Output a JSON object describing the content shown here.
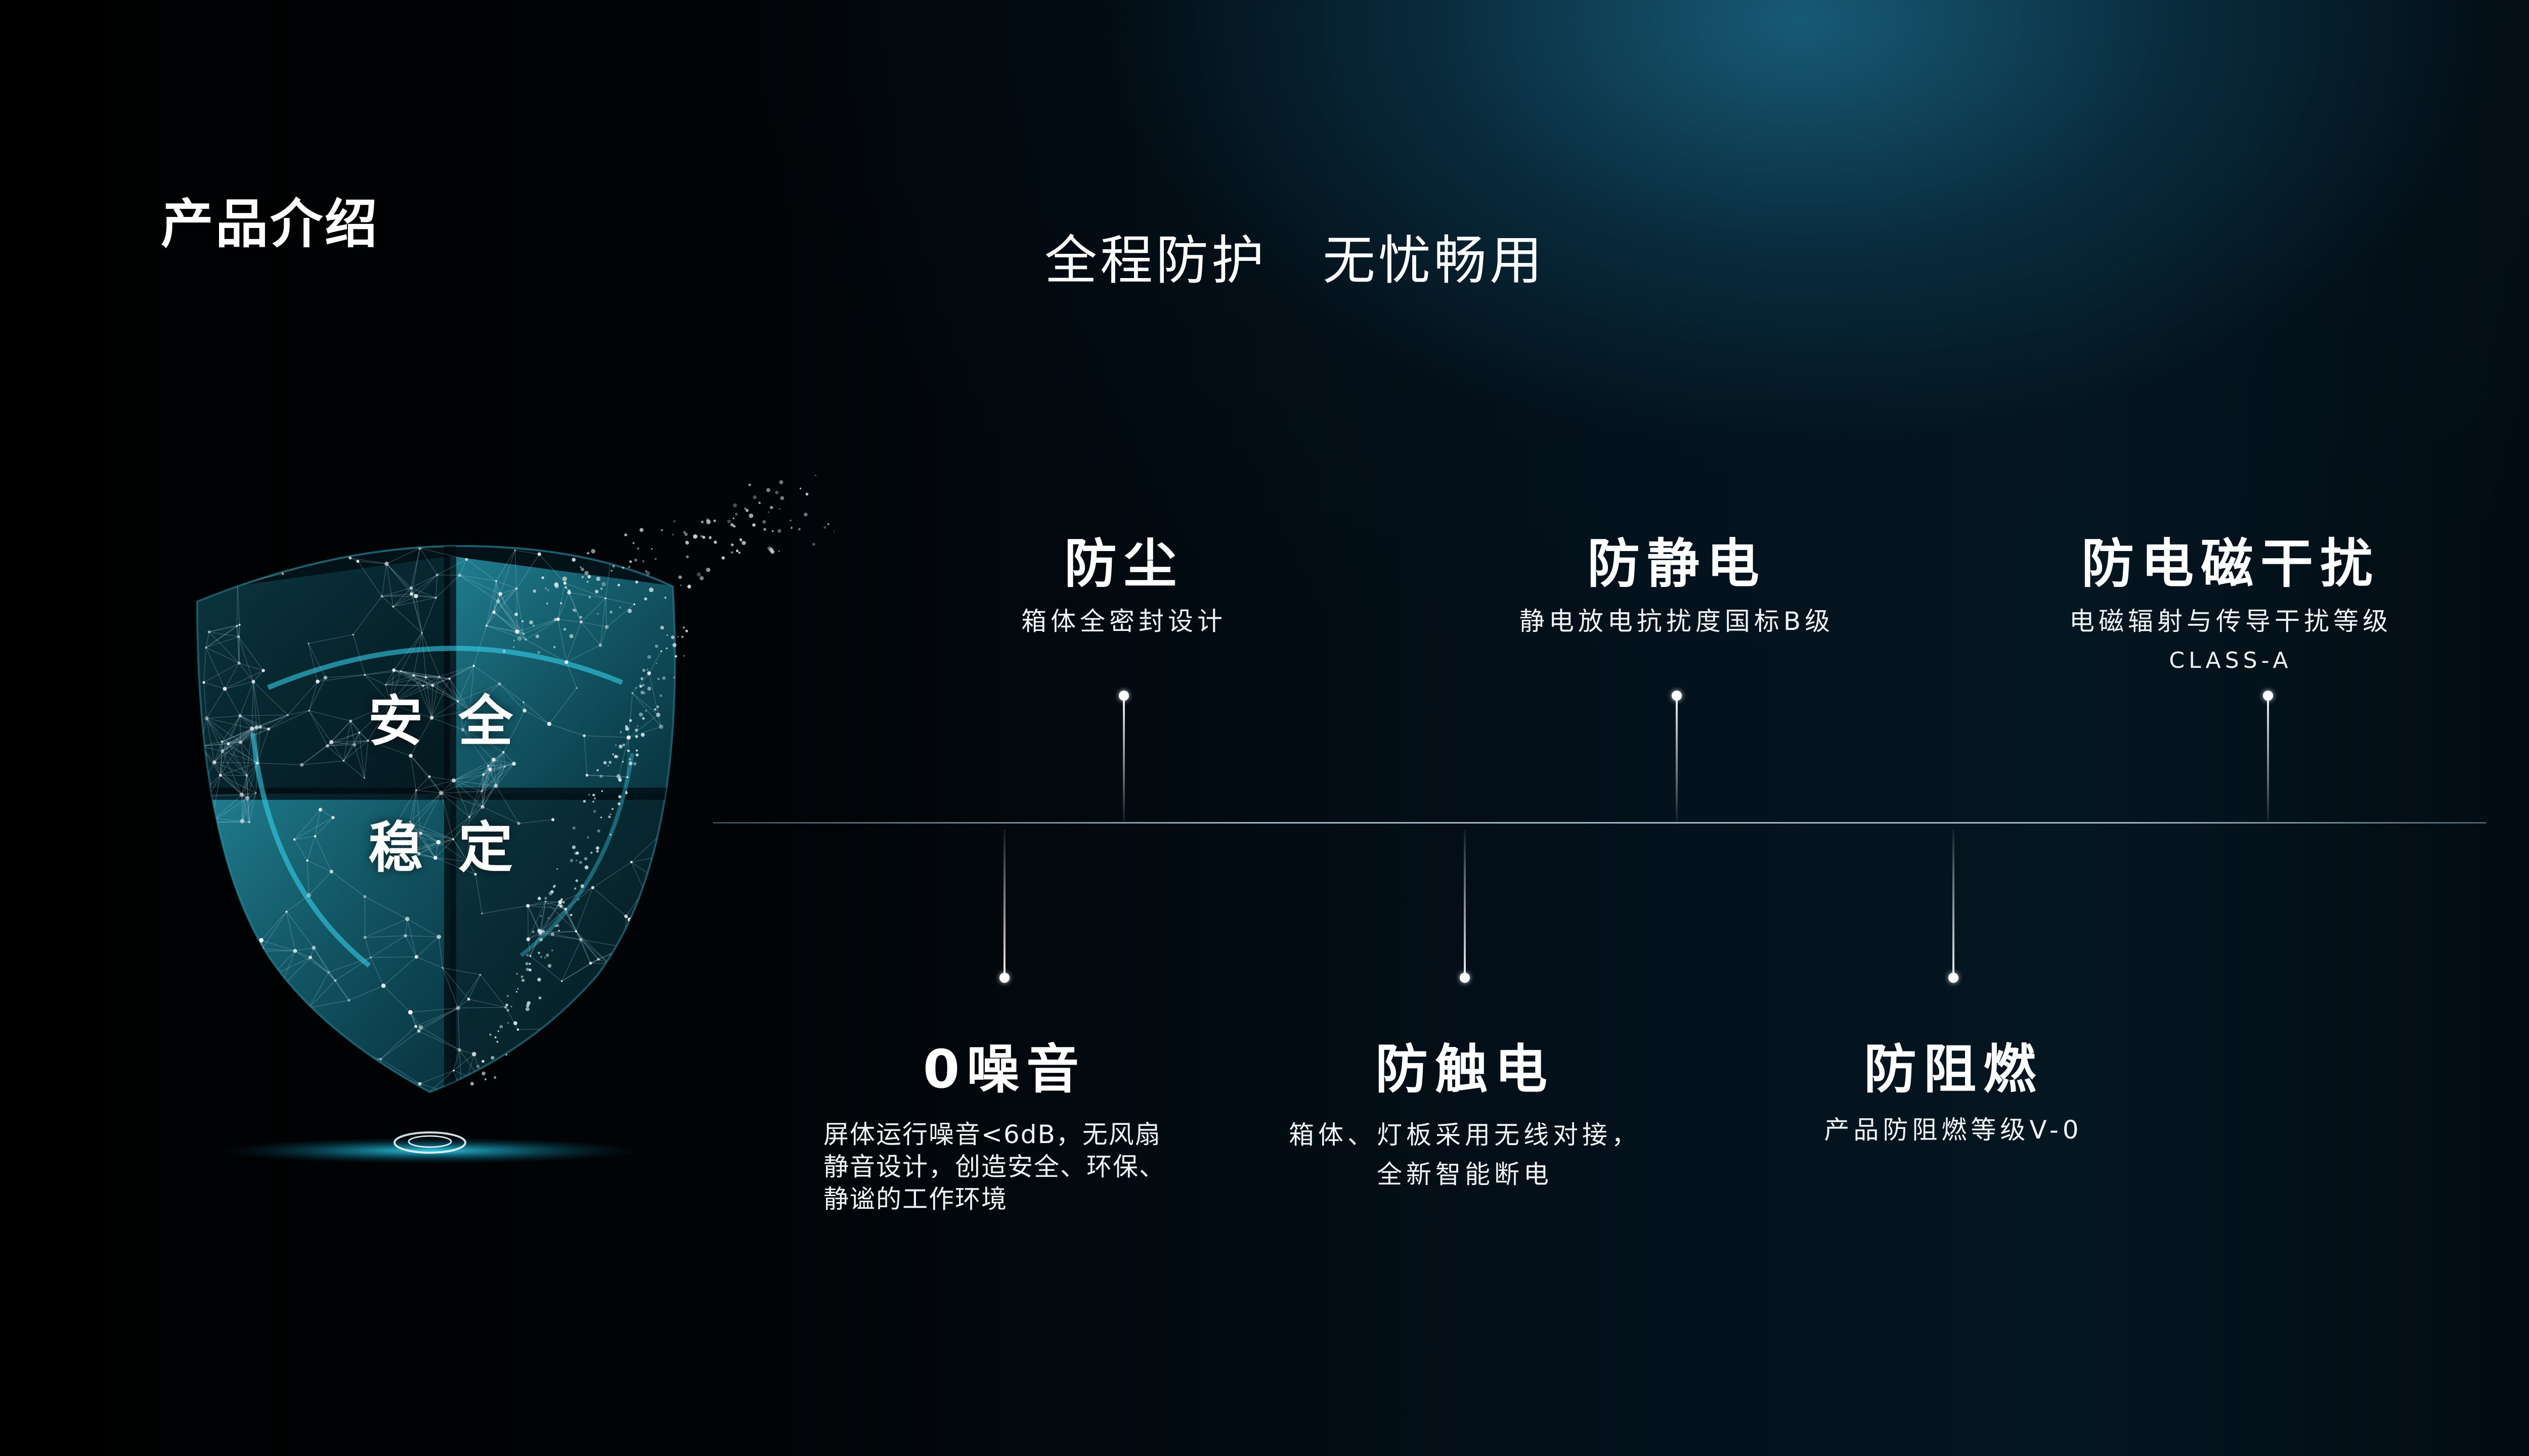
{
  "slide": {
    "title": "产品介绍",
    "tagline": "全程防护　无忧畅用"
  },
  "shield": {
    "line1": "安全",
    "line2": "稳定",
    "colors": {
      "cyan": "#27a9c4",
      "teal": "#1a7f92",
      "glow": "#1fc6e6"
    }
  },
  "features": {
    "dustproof": {
      "title": "防尘",
      "desc": "箱体全密封设计"
    },
    "antistatic": {
      "title": "防静电",
      "desc": "静电放电抗扰度国标B级"
    },
    "emi": {
      "title": "防电磁干扰",
      "desc_line1": "电磁辐射与传导干扰等级",
      "desc_line2": "CLASS-A"
    },
    "noise": {
      "title": "0噪音",
      "desc_line1": "屏体运行噪音<6dB，无风扇",
      "desc_line2": "静音设计，创造安全、环保、",
      "desc_line3": "静谧的工作环境"
    },
    "shock": {
      "title": "防触电",
      "desc_line1": "箱体、灯板采用无线对接，",
      "desc_line2": "全新智能断电"
    },
    "flame": {
      "title": "防阻燃",
      "desc": "产品防阻燃等级V-0"
    }
  }
}
